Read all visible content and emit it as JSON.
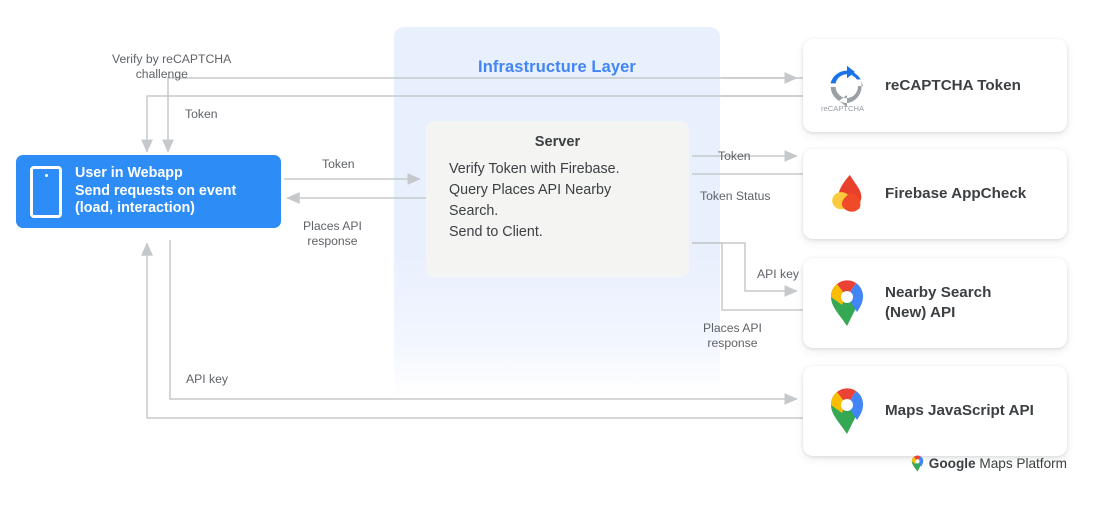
{
  "diagram": {
    "infrastructure_layer": {
      "title": "Infrastructure Layer"
    },
    "user_box": {
      "icon": "mobile-phone-icon",
      "line1": "User in Webapp",
      "line2": "Send requests on event",
      "line3": "(load, interaction)",
      "color": "#2d8cf5"
    },
    "server_box": {
      "title": "Server",
      "line1": "Verify Token with Firebase.",
      "line2": "Query Places API Nearby",
      "line3": "Search.",
      "line4": "Send to Client.",
      "color": "#f4f4f3"
    },
    "cards": [
      {
        "title": "reCAPTCHA Token",
        "icon": "recaptcha-icon",
        "icon_caption": "reCAPTCHA"
      },
      {
        "title": "Firebase AppCheck",
        "icon": "firebase-flame-icon",
        "icon_caption": ""
      },
      {
        "title_line1": "Nearby Search",
        "title_line2": "(New) API",
        "icon": "google-maps-pin-icon",
        "icon_caption": ""
      },
      {
        "title": "Maps JavaScript API",
        "icon": "google-maps-pin-icon",
        "icon_caption": ""
      }
    ],
    "flow_labels": {
      "verify_recaptcha": "Verify by reCAPTCHA\n       challenge",
      "token_to_user": "Token",
      "token_to_server": "Token",
      "places_api_response_left": "Places API\nresponse",
      "token_to_firebase": "Token",
      "token_status": "Token Status",
      "api_key_nearby": "API key",
      "places_api_response_right": "Places API\nresponse",
      "api_key_maps": "API key"
    },
    "footer": {
      "brand_bold": "Google",
      "brand_rest": " Maps Platform",
      "icon": "google-maps-pin-icon"
    },
    "palette": {
      "blue": "#4285f4",
      "user_blue": "#2d8cf5",
      "wire": "#c6c9cc",
      "text": "#3c4043",
      "label": "#5f6368",
      "panel": "#e9f0fd",
      "red": "#ea4335",
      "yellow": "#fbbc04",
      "green": "#34a853",
      "firebase_red": "#e8402a",
      "firebase_yellow": "#fcca3f"
    }
  }
}
